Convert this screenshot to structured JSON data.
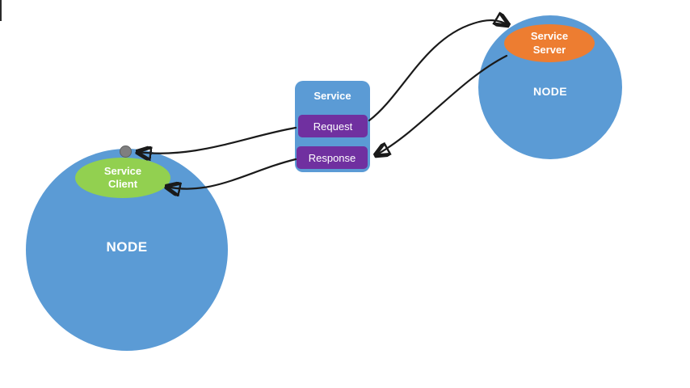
{
  "diagram": {
    "left_node": {
      "label": "NODE",
      "client_label": "Service Client"
    },
    "right_node": {
      "label": "NODE",
      "server_label": "Service Server"
    },
    "service_box": {
      "title": "Service",
      "request_label": "Request",
      "response_label": "Response"
    },
    "arrows": [
      {
        "name": "request-to-server-arrow",
        "from": "Request",
        "to": "Service Server"
      },
      {
        "name": "server-to-response-arrow",
        "from": "Service Server",
        "to": "Response"
      },
      {
        "name": "response-to-client-arrow",
        "from": "Response",
        "to": "Service Client"
      },
      {
        "name": "request-to-client-port-arrow",
        "from": "Request",
        "to": "Node port"
      }
    ],
    "colors": {
      "node_blue": "#5b9bd5",
      "client_green": "#92d050",
      "server_orange": "#ed7d31",
      "message_purple": "#7030a0",
      "arrow_black": "#1a1a1a",
      "port_gray": "#7f7f7f",
      "background": "#ffffff"
    }
  }
}
